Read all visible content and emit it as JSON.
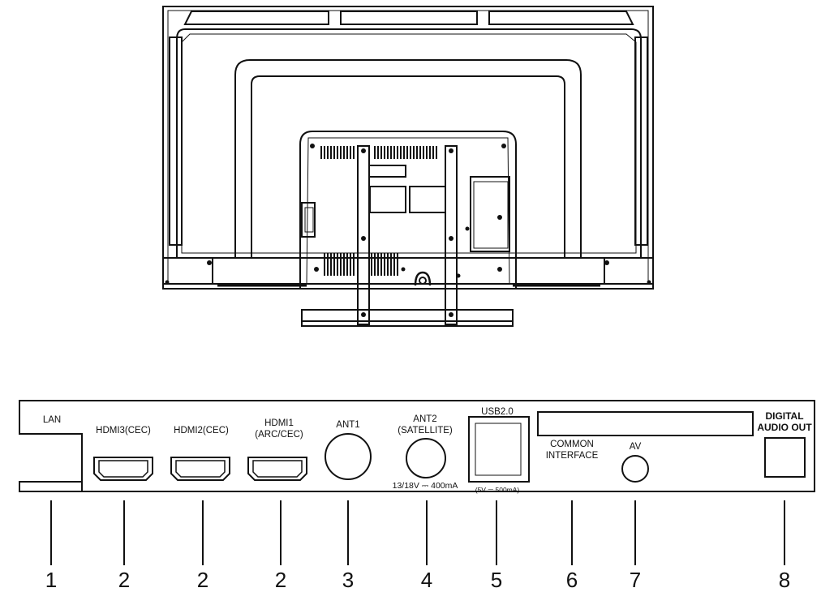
{
  "ports": {
    "lan": "LAN",
    "hdmi3": "HDMI3(CEC)",
    "hdmi2": "HDMI2(CEC)",
    "hdmi1_line1": "HDMI1",
    "hdmi1_line2": "(ARC/CEC)",
    "ant1": "ANT1",
    "ant2_line1": "ANT2",
    "ant2_line2": "(SATELLITE)",
    "ant2_power": "13/18V ⎓ 400mA",
    "usb": "USB2.0",
    "usb_power": "(5V ⎓ 500mA)",
    "ci_line1": "COMMON",
    "ci_line2": "INTERFACE",
    "av": "AV",
    "digital_line1": "DIGITAL",
    "digital_line2": "AUDIO OUT"
  },
  "callouts": [
    "1",
    "2",
    "2",
    "2",
    "3",
    "4",
    "5",
    "6",
    "7",
    "8"
  ]
}
